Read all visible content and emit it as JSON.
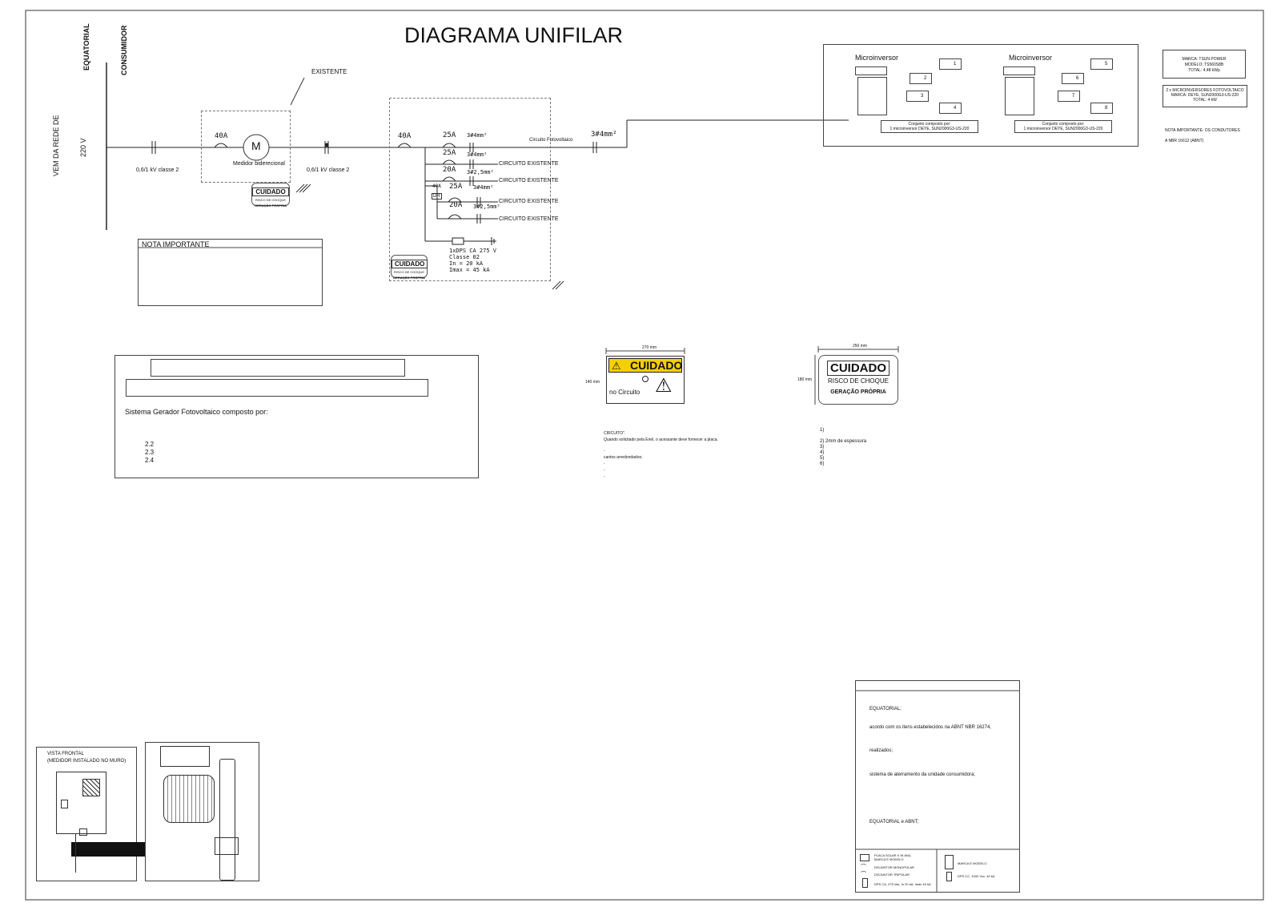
{
  "title": "DIAGRAMA UNIFILAR",
  "vertical_labels": {
    "equatorial": "EQUATORIAL",
    "consumidor": "CONSUMIDOR",
    "rede": "VEM DA REDE DE",
    "voltage": "220 V"
  },
  "existente": "EXISTENTE",
  "meter": {
    "breaker": "40A",
    "symbol": "M",
    "label": "Medidor biderecional"
  },
  "cable_left": "0,6/1 kV classe 2",
  "cable_right": "0,6/1 kV classe 2",
  "panel": {
    "main": "40A",
    "b1": "25A",
    "b1c": "3#4mm²",
    "b2": "25A",
    "b2c": "3#4mm²",
    "b3": "20A",
    "b3c": "3#2,5mm²",
    "dr_breaker": "40A",
    "dr": "DR",
    "b4": "25A",
    "b4c": "3#4mm²",
    "b5": "20A",
    "b5c": "3#2,5mm²",
    "existing": "CIRCUITO EXISTENTE",
    "dps": [
      "1xDPS CA 275 V",
      "Classe 02",
      "In = 20 kA",
      "Imax = 45 kA"
    ]
  },
  "pv_circuit": "Circuito Fotovoltaico",
  "pv_cable": "3#4mm²",
  "small_sign": {
    "title": "CUIDADO",
    "risk": "RISCO DE CHOQUE",
    "gen": "GERAÇÃO PRÓPRIA"
  },
  "micro": {
    "label": "Microinversor",
    "set_title": "Conjunto composto por:",
    "set_desc": "1 microinversor DEYE, SUN2000G3-US-220",
    "left_modules": [
      "1",
      "2",
      "3",
      "4"
    ],
    "right_modules": [
      "5",
      "6",
      "7",
      "8"
    ]
  },
  "spec1": [
    "MARCA: TSUN POWER",
    "MODELO: TS560S8B",
    "TOTAL: 4,48 kWp"
  ],
  "spec2": [
    "2 x MICROINVERSORES FOTOVOLTAICO",
    "MARCA: DEYE, SUN2000G3-US-220",
    "TOTAL: 4 kW"
  ],
  "notes_right": [
    "NOTA IMPORTANTE: OS CONDUTORES",
    "A NBR 16612 (ABNT)"
  ],
  "nota": "NOTA IMPORTANTE",
  "system_box": {
    "text": "Sistema Gerador Fotovoltaico composto por:",
    "items": [
      "2.2",
      "2.3",
      "2.4"
    ]
  },
  "sign_yellow": {
    "width": "270 mm",
    "height": "140 mm",
    "title": "CUIDADO",
    "text": "no Circuito"
  },
  "sign_plain": {
    "width": "250 mm",
    "height": "180 mm",
    "title": "CUIDADO",
    "risk": "RISCO DE CHOQUE",
    "gen": "GERAÇÃO PRÓPRIA"
  },
  "left_notes": [
    "CIRCUITO\".",
    "Quando solicitado pela Enel, o acessante deve fornecer a placa.",
    "-",
    "cantos arredondados;",
    "-",
    "-",
    "-"
  ],
  "right_notes": [
    "1)",
    "2) 2mm de espessura",
    "3)",
    "4)",
    "5)",
    "6)"
  ],
  "bottom_notes": [
    "EQUATORIAL;",
    "acordo com os itens estabelecidos na ABNT NBR 16274,",
    "realizados;",
    "sistema de aterramento da unidade consumidora;",
    "EQUATORIAL e ABNT;"
  ],
  "legend": {
    "l1": "PLACA SOLAR X W-WAL MARCA E MODELO",
    "l2": "DISJUNTOR MONOPOLAR",
    "l3": "DISJUNTOR TRIPOLAR",
    "l4": "DPS CA, 275 Vac, In 20 kA, Imax 45 kA",
    "r1": "MARCA E MODELO",
    "r2": "DPS CC, 1000 Vcc, 40 kA"
  },
  "front_view": [
    "VISTA FRONTAL",
    "(MEDIDOR INSTALADO NO MURO)"
  ]
}
